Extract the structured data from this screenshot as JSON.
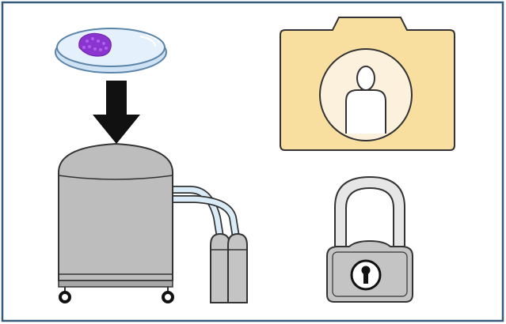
{
  "figure": {
    "items": [
      {
        "id": "petri-dish",
        "icon": "petri-dish-icon"
      },
      {
        "id": "down-arrow",
        "icon": "down-arrow-icon"
      },
      {
        "id": "cryo-tank",
        "icon": "cryogenic-storage-tank-icon"
      },
      {
        "id": "gas-cylinders",
        "icon": "gas-cylinder-icon"
      },
      {
        "id": "personal-file",
        "icon": "person-folder-icon"
      },
      {
        "id": "padlock",
        "icon": "padlock-icon"
      }
    ]
  },
  "colors": {
    "frame_border": "#365a7a",
    "background": "#ffffff",
    "dish_fill": "#d8eaf8",
    "dish_stroke": "#5a84a8",
    "sample_purple": "#8a35d0",
    "arrow": "#111111",
    "tank_gray": "#bdbdbd",
    "tank_stroke": "#333333",
    "tube_fill": "#d9ecf7",
    "folder_fill": "#f8dfa0",
    "folder_inner": "#fbf1dc",
    "lock_body": "#c4c4c4",
    "shackle_fill": "#e6e6e6"
  }
}
